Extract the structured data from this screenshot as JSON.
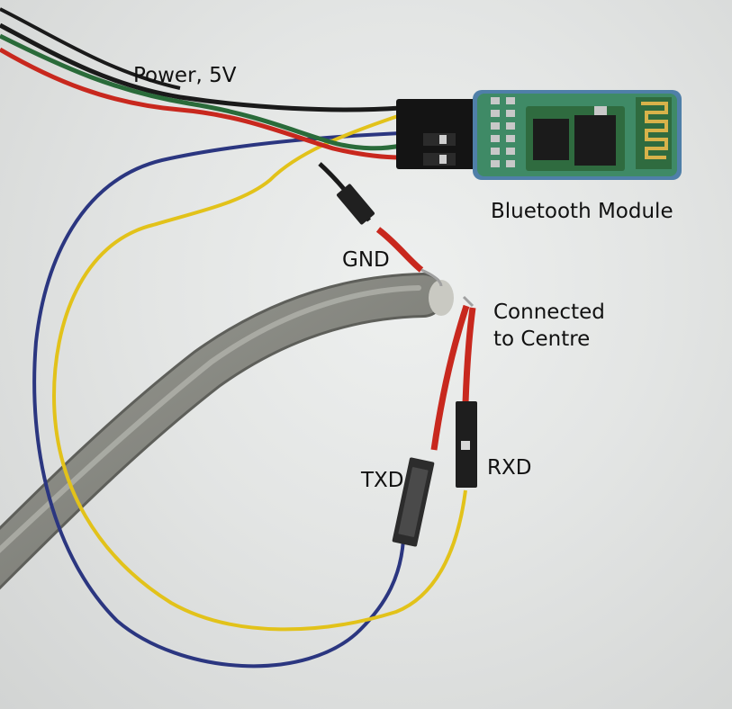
{
  "labels": {
    "power": "Power, 5V",
    "bluetooth_module": "Bluetooth Module",
    "gnd": "GND",
    "connected_line1": "Connected",
    "connected_line2": "to Centre",
    "txd": "TXD",
    "rxd": "RXD"
  },
  "colors": {
    "background": "#e3e5e4",
    "wire_black": "#1a1a1a",
    "wire_red": "#c8281e",
    "wire_green": "#2a6b3a",
    "wire_blue": "#2b3680",
    "wire_yellow": "#e2c21a",
    "grey_cable": "#8e8f88",
    "pcb_green": "#2f6b3f",
    "module_blue": "#4f7fa8",
    "antenna_gold": "#d8b24a"
  }
}
